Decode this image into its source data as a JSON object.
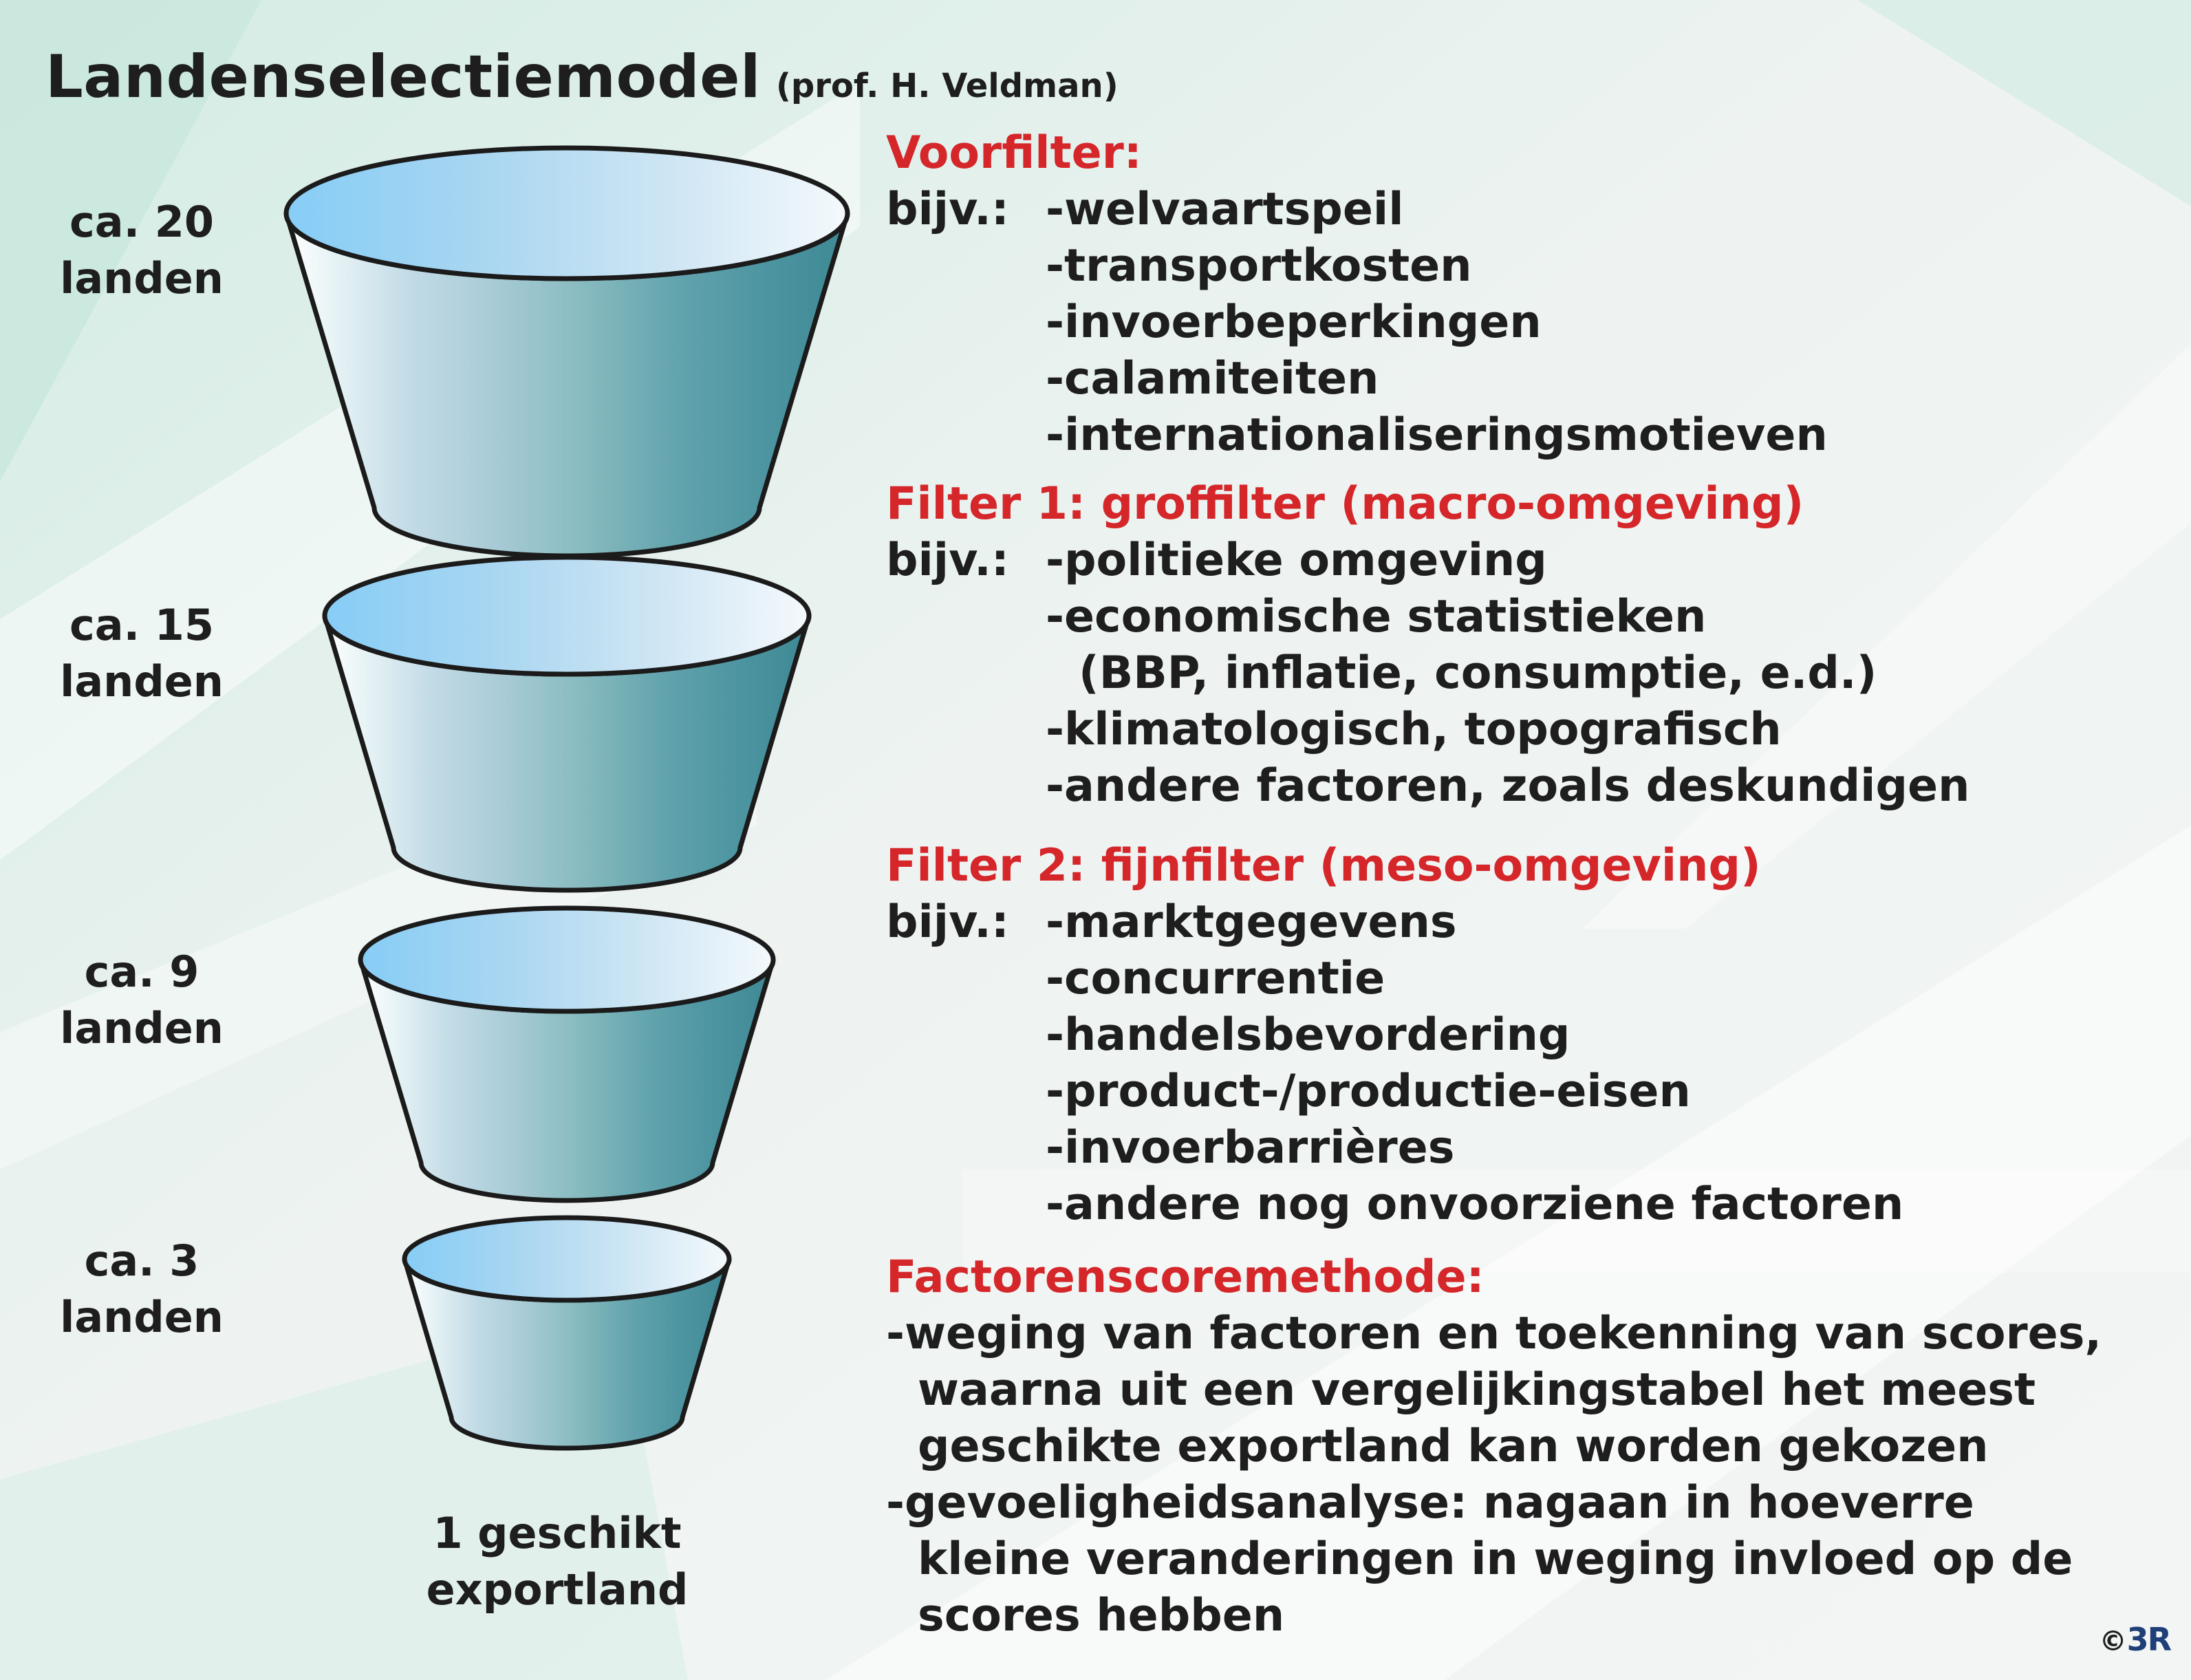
{
  "title": "Landenselectiemodel",
  "subtitle": "(prof. H. Veldman)",
  "levels": [
    {
      "line1": "ca. 20",
      "line2": "landen"
    },
    {
      "line1": "ca. 15",
      "line2": "landen"
    },
    {
      "line1": "ca. 9",
      "line2": "landen"
    },
    {
      "line1": "ca. 3",
      "line2": "landen"
    }
  ],
  "result": {
    "line1": "1 geschikt",
    "line2": "exportland"
  },
  "sections": {
    "voorfilter": {
      "heading": "Voorfilter:",
      "prefix": "bijv.:",
      "items": [
        "-welvaartspeil",
        "-transportkosten",
        "-invoerbeperkingen",
        "-calamiteiten",
        "-internationaliseringsmotieven"
      ]
    },
    "filter1": {
      "heading": "Filter 1: groffilter (macro-omgeving)",
      "prefix": "bijv.:",
      "items": [
        "-politieke omgeving",
        "-economische statistieken",
        "(BBP, inflatie, consumptie, e.d.)",
        "-klimatologisch, topografisch",
        "-andere factoren, zoals deskundigen"
      ]
    },
    "filter2": {
      "heading": "Filter 2: fijnfilter (meso-omgeving)",
      "prefix": "bijv.:",
      "items": [
        "-marktgegevens",
        "-concurrentie",
        "-handelsbevordering",
        "-product-/productie-eisen",
        "-invoerbarrières",
        "-andere nog onvoorziene factoren"
      ]
    },
    "factoren": {
      "heading": "Factorenscoremethode:",
      "lines": [
        "-weging van factoren en toekenning van scores,",
        "waarna uit een vergelijkingstabel het meest",
        "geschikte exportland kan worden gekozen",
        "-gevoeligheidsanalyse: nagaan in hoeverre",
        "kleine veranderingen in weging invloed op de",
        "scores hebben"
      ]
    }
  },
  "copyright": {
    "symbol": "©",
    "mark": "3R"
  },
  "colors": {
    "heading": "#d5262a",
    "text": "#1e1e1e",
    "funnel_dark": "#3f8f99",
    "funnel_light": "#8fd0f5"
  }
}
